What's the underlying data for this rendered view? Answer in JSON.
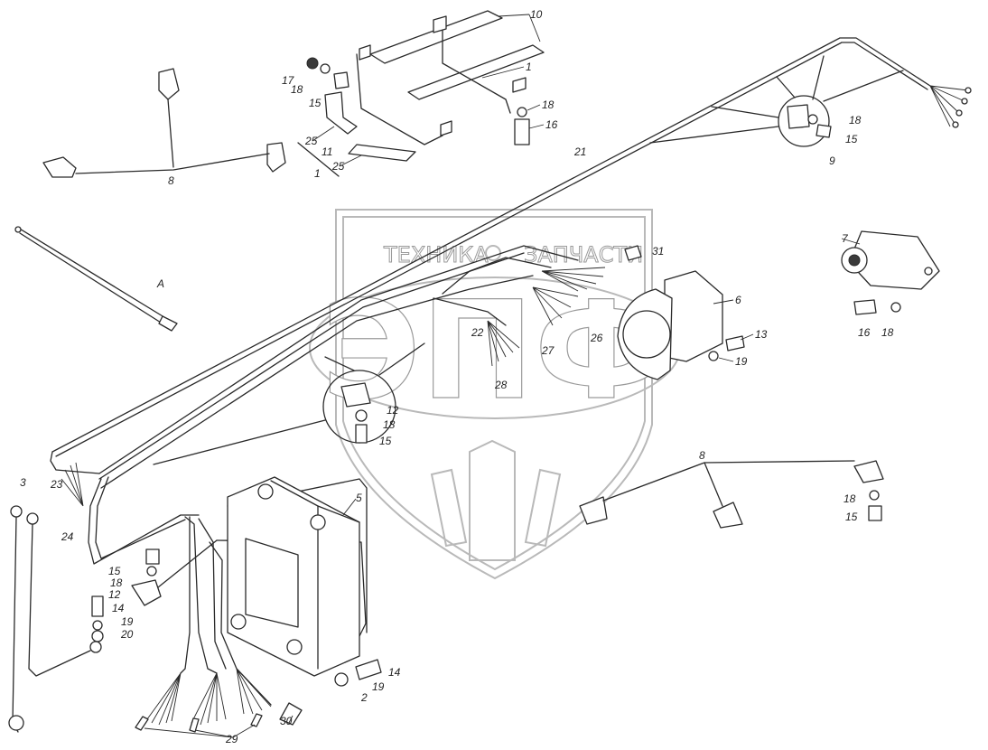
{
  "diagram": {
    "watermark": {
      "brand_left": "ТЕХНИКА",
      "brand_right": "ЗАПЧАСТИ",
      "logo": "ЭПФ"
    },
    "labels": [
      {
        "id": "l10",
        "text": "10"
      },
      {
        "id": "l17",
        "text": "17"
      },
      {
        "id": "l18a",
        "text": "18"
      },
      {
        "id": "l15a",
        "text": "15"
      },
      {
        "id": "l1a",
        "text": "1"
      },
      {
        "id": "l18b",
        "text": "18"
      },
      {
        "id": "l16a",
        "text": "16"
      },
      {
        "id": "l25a",
        "text": "25"
      },
      {
        "id": "l11",
        "text": "11"
      },
      {
        "id": "l25b",
        "text": "25"
      },
      {
        "id": "l1b",
        "text": "1"
      },
      {
        "id": "l8a",
        "text": "8"
      },
      {
        "id": "l21",
        "text": "21"
      },
      {
        "id": "l18c",
        "text": "18"
      },
      {
        "id": "l15b",
        "text": "15"
      },
      {
        "id": "l9",
        "text": "9"
      },
      {
        "id": "lA",
        "text": "A"
      },
      {
        "id": "l31",
        "text": "31"
      },
      {
        "id": "l7",
        "text": "7"
      },
      {
        "id": "l6",
        "text": "6"
      },
      {
        "id": "l16b",
        "text": "16"
      },
      {
        "id": "l18d",
        "text": "18"
      },
      {
        "id": "l22",
        "text": "22"
      },
      {
        "id": "l27",
        "text": "27"
      },
      {
        "id": "l26",
        "text": "26"
      },
      {
        "id": "l13",
        "text": "13"
      },
      {
        "id": "l19a",
        "text": "19"
      },
      {
        "id": "l28",
        "text": "28"
      },
      {
        "id": "l12a",
        "text": "12"
      },
      {
        "id": "l18e",
        "text": "18"
      },
      {
        "id": "l15c",
        "text": "15"
      },
      {
        "id": "l8b",
        "text": "8"
      },
      {
        "id": "l3",
        "text": "3"
      },
      {
        "id": "l23",
        "text": "23"
      },
      {
        "id": "l5",
        "text": "5"
      },
      {
        "id": "l24",
        "text": "24"
      },
      {
        "id": "l15d",
        "text": "15"
      },
      {
        "id": "l18f",
        "text": "18"
      },
      {
        "id": "l12b",
        "text": "12"
      },
      {
        "id": "l14a",
        "text": "14"
      },
      {
        "id": "l19b",
        "text": "19"
      },
      {
        "id": "l20",
        "text": "20"
      },
      {
        "id": "l18g",
        "text": "18"
      },
      {
        "id": "l15e",
        "text": "15"
      },
      {
        "id": "l14b",
        "text": "14"
      },
      {
        "id": "l19c",
        "text": "19"
      },
      {
        "id": "l2",
        "text": "2"
      },
      {
        "id": "l29",
        "text": "29"
      },
      {
        "id": "l30",
        "text": "30"
      }
    ]
  }
}
